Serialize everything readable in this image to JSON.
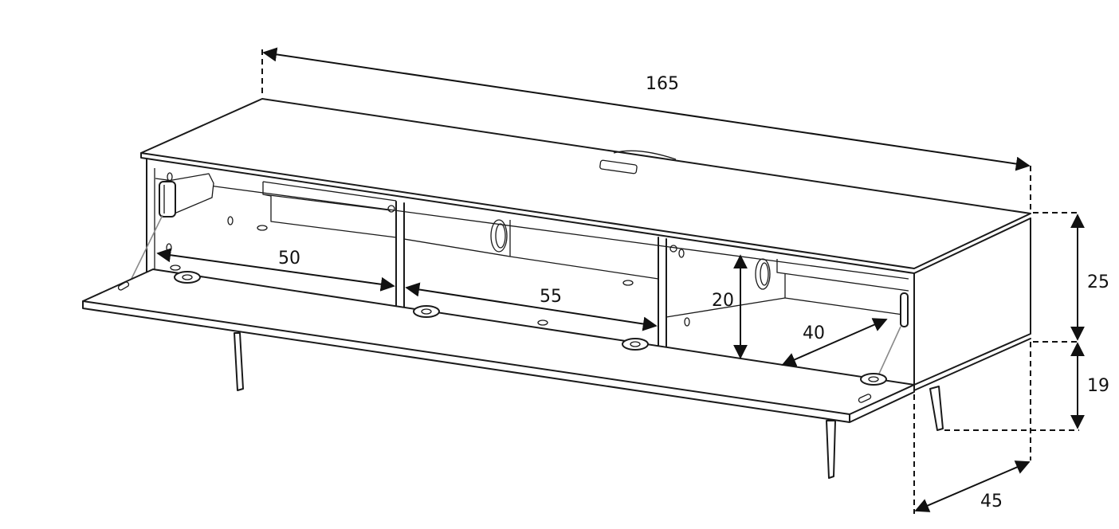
{
  "diagram": {
    "dimensions": {
      "overall_width": "165",
      "left_compartment": "50",
      "middle_compartment": "55",
      "compartment_height": "20",
      "right_depth": "40",
      "body_height": "25",
      "leg_height": "19",
      "overall_depth": "45"
    }
  }
}
